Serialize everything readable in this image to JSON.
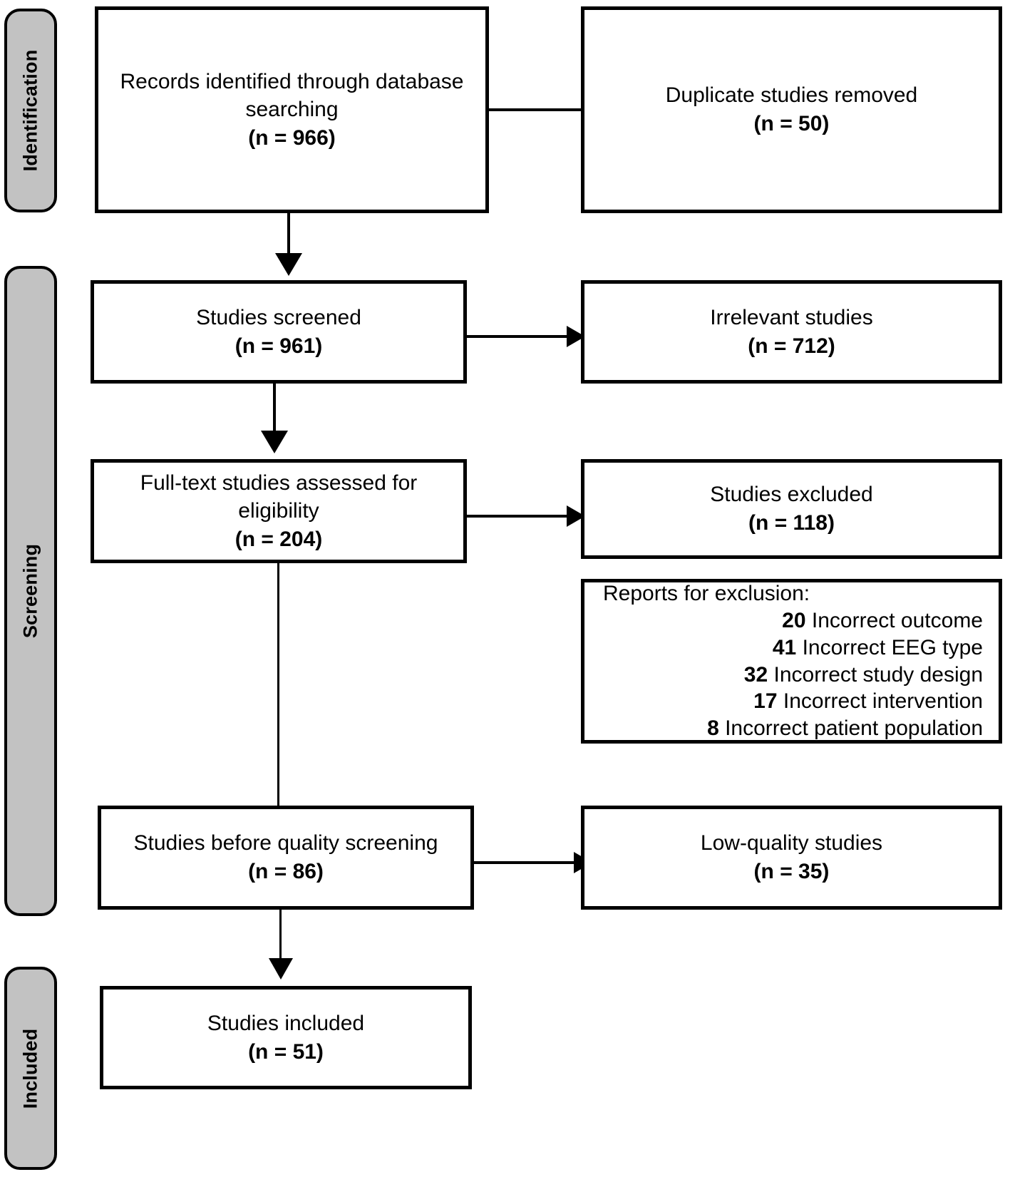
{
  "diagram": {
    "type": "prisma-flow-diagram",
    "phases": [
      {
        "id": "identification",
        "label": "Identification"
      },
      {
        "id": "screening",
        "label": "Screening"
      },
      {
        "id": "included",
        "label": "Included"
      }
    ],
    "boxes": {
      "records_identified": {
        "line1": "Records identified through database",
        "line2": "searching",
        "count": "(n = 966)",
        "n": 966
      },
      "duplicates_removed": {
        "line1": "Duplicate studies removed",
        "count": "(n = 50)",
        "n": 50
      },
      "studies_screened": {
        "line1": "Studies screened",
        "count": "(n = 961)",
        "n": 961
      },
      "irrelevant_studies": {
        "line1": "Irrelevant studies",
        "count": "(n = 712)",
        "n": 712
      },
      "fulltext_assessed": {
        "line1": "Full-text studies assessed for",
        "line2": "eligibility",
        "count": "(n = 204)",
        "n": 204
      },
      "studies_excluded": {
        "line1": "Studies excluded",
        "count": "(n = 118)",
        "n": 118
      },
      "reports_for_exclusion": {
        "title": "Reports for exclusion:",
        "items": [
          {
            "count": "20",
            "reason": "Incorrect outcome"
          },
          {
            "count": "41",
            "reason": "Incorrect EEG type"
          },
          {
            "count": "32",
            "reason": "Incorrect study design"
          },
          {
            "count": "17",
            "reason": "Incorrect intervention"
          },
          {
            "count": "8",
            "reason": "Incorrect patient population"
          }
        ]
      },
      "before_quality_screening": {
        "line1": "Studies before quality screening",
        "count": "(n = 86)",
        "n": 86
      },
      "low_quality_studies": {
        "line1": "Low-quality studies",
        "count": "(n = 35)",
        "n": 35
      },
      "studies_included": {
        "line1": "Studies included",
        "count": "(n = 51)",
        "n": 51
      }
    },
    "colors": {
      "phase_bar_fill": "#c2c2c2",
      "stroke": "#000000",
      "box_fill": "#ffffff",
      "background": "#ffffff"
    }
  }
}
